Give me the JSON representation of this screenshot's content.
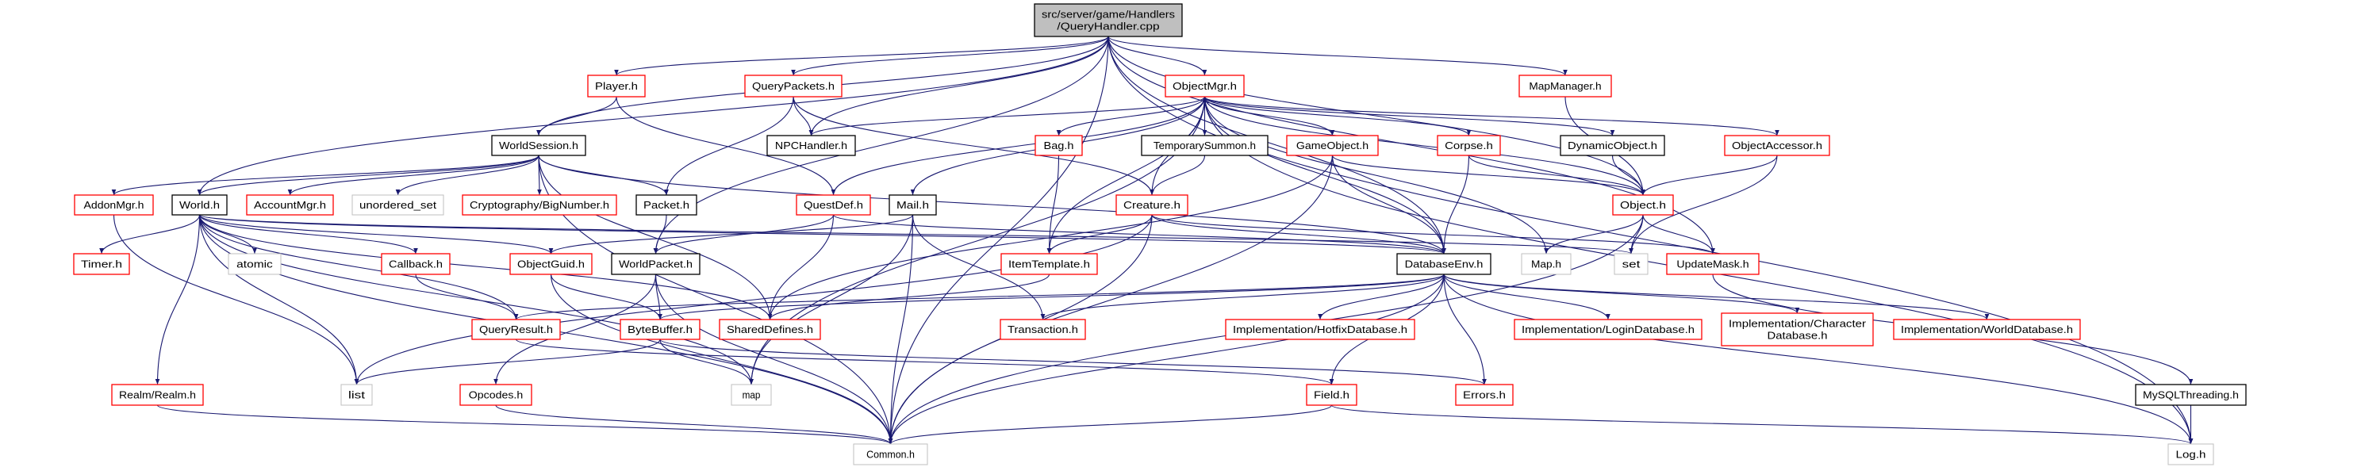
{
  "colors": {
    "edge": "#191970",
    "red_border": "#ff0000",
    "black_border": "#000000",
    "gray_border": "#bfbfbf",
    "root_fill": "#bfbfbf"
  },
  "nodes": [
    {
      "id": "root",
      "lines": [
        "src/server/game/Handlers",
        "/QueryHandler.cpp"
      ],
      "kind": "root"
    },
    {
      "id": "player",
      "lines": [
        "Player.h"
      ],
      "kind": "red"
    },
    {
      "id": "querypackets",
      "lines": [
        "QueryPackets.h"
      ],
      "kind": "red"
    },
    {
      "id": "objectmgr",
      "lines": [
        "ObjectMgr.h"
      ],
      "kind": "red"
    },
    {
      "id": "mapmanager",
      "lines": [
        "MapManager.h"
      ],
      "kind": "red"
    },
    {
      "id": "worldsession",
      "lines": [
        "WorldSession.h"
      ],
      "kind": "black"
    },
    {
      "id": "npchandler",
      "lines": [
        "NPCHandler.h"
      ],
      "kind": "black"
    },
    {
      "id": "bag",
      "lines": [
        "Bag.h"
      ],
      "kind": "red"
    },
    {
      "id": "tempsummon",
      "lines": [
        "TemporarySummon.h"
      ],
      "kind": "black"
    },
    {
      "id": "gameobject",
      "lines": [
        "GameObject.h"
      ],
      "kind": "red"
    },
    {
      "id": "corpse",
      "lines": [
        "Corpse.h"
      ],
      "kind": "red"
    },
    {
      "id": "dynamicobject",
      "lines": [
        "DynamicObject.h"
      ],
      "kind": "black"
    },
    {
      "id": "objectaccessor",
      "lines": [
        "ObjectAccessor.h"
      ],
      "kind": "red"
    },
    {
      "id": "addonmgr",
      "lines": [
        "AddonMgr.h"
      ],
      "kind": "red"
    },
    {
      "id": "world",
      "lines": [
        "World.h"
      ],
      "kind": "black"
    },
    {
      "id": "accountmgr",
      "lines": [
        "AccountMgr.h"
      ],
      "kind": "red"
    },
    {
      "id": "unordered_set",
      "lines": [
        "unordered_set"
      ],
      "kind": "gray"
    },
    {
      "id": "bignumber",
      "lines": [
        "Cryptography/BigNumber.h"
      ],
      "kind": "red"
    },
    {
      "id": "packet",
      "lines": [
        "Packet.h"
      ],
      "kind": "black"
    },
    {
      "id": "questdef",
      "lines": [
        "QuestDef.h"
      ],
      "kind": "red"
    },
    {
      "id": "mail",
      "lines": [
        "Mail.h"
      ],
      "kind": "black"
    },
    {
      "id": "creature",
      "lines": [
        "Creature.h"
      ],
      "kind": "red"
    },
    {
      "id": "object",
      "lines": [
        "Object.h"
      ],
      "kind": "red"
    },
    {
      "id": "timer",
      "lines": [
        "Timer.h"
      ],
      "kind": "red"
    },
    {
      "id": "atomic",
      "lines": [
        "atomic"
      ],
      "kind": "gray"
    },
    {
      "id": "callback",
      "lines": [
        "Callback.h"
      ],
      "kind": "red"
    },
    {
      "id": "objectguid",
      "lines": [
        "ObjectGuid.h"
      ],
      "kind": "red"
    },
    {
      "id": "worldpacket",
      "lines": [
        "WorldPacket.h"
      ],
      "kind": "black"
    },
    {
      "id": "itemtemplate",
      "lines": [
        "ItemTemplate.h"
      ],
      "kind": "red"
    },
    {
      "id": "databaseenv",
      "lines": [
        "DatabaseEnv.h"
      ],
      "kind": "black"
    },
    {
      "id": "map_h",
      "lines": [
        "Map.h"
      ],
      "kind": "gray"
    },
    {
      "id": "set",
      "lines": [
        "set"
      ],
      "kind": "gray"
    },
    {
      "id": "updatemask",
      "lines": [
        "UpdateMask.h"
      ],
      "kind": "red"
    },
    {
      "id": "queryresult",
      "lines": [
        "QueryResult.h"
      ],
      "kind": "red"
    },
    {
      "id": "bytebuffer",
      "lines": [
        "ByteBuffer.h"
      ],
      "kind": "red"
    },
    {
      "id": "shareddefines",
      "lines": [
        "SharedDefines.h"
      ],
      "kind": "red"
    },
    {
      "id": "transaction",
      "lines": [
        "Transaction.h"
      ],
      "kind": "red"
    },
    {
      "id": "hotfixdb",
      "lines": [
        "Implementation/HotfixDatabase.h"
      ],
      "kind": "red"
    },
    {
      "id": "logindb",
      "lines": [
        "Implementation/LoginDatabase.h"
      ],
      "kind": "red"
    },
    {
      "id": "chardb",
      "lines": [
        "Implementation/Character",
        "Database.h"
      ],
      "kind": "red"
    },
    {
      "id": "worlddb",
      "lines": [
        "Implementation/WorldDatabase.h"
      ],
      "kind": "red"
    },
    {
      "id": "realm",
      "lines": [
        "Realm/Realm.h"
      ],
      "kind": "red"
    },
    {
      "id": "list",
      "lines": [
        "list"
      ],
      "kind": "gray"
    },
    {
      "id": "opcodes",
      "lines": [
        "Opcodes.h"
      ],
      "kind": "red"
    },
    {
      "id": "map",
      "lines": [
        "map"
      ],
      "kind": "gray"
    },
    {
      "id": "field",
      "lines": [
        "Field.h"
      ],
      "kind": "red"
    },
    {
      "id": "errors",
      "lines": [
        "Errors.h"
      ],
      "kind": "red"
    },
    {
      "id": "mysqlthreading",
      "lines": [
        "MySQLThreading.h"
      ],
      "kind": "black"
    },
    {
      "id": "common",
      "lines": [
        "Common.h"
      ],
      "kind": "gray"
    },
    {
      "id": "log",
      "lines": [
        "Log.h"
      ],
      "kind": "gray"
    }
  ],
  "edges": [
    [
      "root",
      "player"
    ],
    [
      "root",
      "querypackets"
    ],
    [
      "root",
      "objectmgr"
    ],
    [
      "root",
      "npchandler"
    ],
    [
      "root",
      "worldsession"
    ],
    [
      "root",
      "world"
    ],
    [
      "root",
      "worldpacket"
    ],
    [
      "root",
      "mapmanager"
    ],
    [
      "root",
      "object"
    ],
    [
      "root",
      "updatemask"
    ],
    [
      "root",
      "common"
    ],
    [
      "root",
      "log"
    ],
    [
      "root",
      "databaseenv"
    ],
    [
      "player",
      "worldsession"
    ],
    [
      "player",
      "questdef"
    ],
    [
      "querypackets",
      "npchandler"
    ],
    [
      "querypackets",
      "packet"
    ],
    [
      "querypackets",
      "creature"
    ],
    [
      "worldsession",
      "addonmgr"
    ],
    [
      "worldsession",
      "world"
    ],
    [
      "worldsession",
      "accountmgr"
    ],
    [
      "worldsession",
      "unordered_set"
    ],
    [
      "worldsession",
      "bignumber"
    ],
    [
      "worldsession",
      "packet"
    ],
    [
      "worldsession",
      "common"
    ],
    [
      "worldsession",
      "shareddefines"
    ],
    [
      "worldsession",
      "databaseenv"
    ],
    [
      "addonmgr",
      "list"
    ],
    [
      "world",
      "timer"
    ],
    [
      "world",
      "atomic"
    ],
    [
      "world",
      "callback"
    ],
    [
      "world",
      "objectguid"
    ],
    [
      "world",
      "queryresult"
    ],
    [
      "world",
      "shareddefines"
    ],
    [
      "world",
      "realm"
    ],
    [
      "world",
      "list"
    ],
    [
      "world",
      "map"
    ],
    [
      "world",
      "common"
    ],
    [
      "world",
      "set"
    ],
    [
      "world",
      "databaseenv"
    ],
    [
      "packet",
      "worldpacket"
    ],
    [
      "callback",
      "queryresult"
    ],
    [
      "objectguid",
      "bytebuffer"
    ],
    [
      "objectguid",
      "common"
    ],
    [
      "worldpacket",
      "bytebuffer"
    ],
    [
      "worldpacket",
      "opcodes"
    ],
    [
      "worldpacket",
      "common"
    ],
    [
      "queryresult",
      "field"
    ],
    [
      "bytebuffer",
      "list"
    ],
    [
      "bytebuffer",
      "map"
    ],
    [
      "bytebuffer",
      "errors"
    ],
    [
      "realm",
      "common"
    ],
    [
      "opcodes",
      "common"
    ],
    [
      "objectmgr",
      "npchandler"
    ],
    [
      "objectmgr",
      "questdef"
    ],
    [
      "objectmgr",
      "mail"
    ],
    [
      "objectmgr",
      "bag"
    ],
    [
      "objectmgr",
      "itemtemplate"
    ],
    [
      "objectmgr",
      "map"
    ],
    [
      "objectmgr",
      "tempsummon"
    ],
    [
      "objectmgr",
      "creature"
    ],
    [
      "objectmgr",
      "gameobject"
    ],
    [
      "objectmgr",
      "corpse"
    ],
    [
      "objectmgr",
      "dynamicobject"
    ],
    [
      "objectmgr",
      "objectaccessor"
    ],
    [
      "objectmgr",
      "object"
    ],
    [
      "objectmgr",
      "map_h"
    ],
    [
      "objectmgr",
      "databaseenv"
    ],
    [
      "objectmgr",
      "log"
    ],
    [
      "bag",
      "itemtemplate"
    ],
    [
      "tempsummon",
      "creature"
    ],
    [
      "gameobject",
      "databaseenv"
    ],
    [
      "gameobject",
      "common"
    ],
    [
      "gameobject",
      "shareddefines"
    ],
    [
      "gameobject",
      "object"
    ],
    [
      "corpse",
      "databaseenv"
    ],
    [
      "corpse",
      "object"
    ],
    [
      "dynamicobject",
      "object"
    ],
    [
      "objectaccessor",
      "object"
    ],
    [
      "objectaccessor",
      "set"
    ],
    [
      "mapmanager",
      "object"
    ],
    [
      "questdef",
      "worldpacket"
    ],
    [
      "questdef",
      "shareddefines"
    ],
    [
      "questdef",
      "databaseenv"
    ],
    [
      "mail",
      "objectguid"
    ],
    [
      "mail",
      "transaction"
    ],
    [
      "mail",
      "map"
    ],
    [
      "mail",
      "common"
    ],
    [
      "creature",
      "itemtemplate"
    ],
    [
      "creature",
      "databaseenv"
    ],
    [
      "creature",
      "common"
    ],
    [
      "creature",
      "list"
    ],
    [
      "creature",
      "updatemask"
    ],
    [
      "itemtemplate",
      "shareddefines"
    ],
    [
      "object",
      "map_h"
    ],
    [
      "object",
      "set"
    ],
    [
      "object",
      "updatemask"
    ],
    [
      "object",
      "common"
    ],
    [
      "databaseenv",
      "queryresult"
    ],
    [
      "databaseenv",
      "transaction"
    ],
    [
      "databaseenv",
      "hotfixdb"
    ],
    [
      "databaseenv",
      "logindb"
    ],
    [
      "databaseenv",
      "chardb"
    ],
    [
      "databaseenv",
      "worlddb"
    ],
    [
      "databaseenv",
      "field"
    ],
    [
      "databaseenv",
      "errors"
    ],
    [
      "databaseenv",
      "log"
    ],
    [
      "databaseenv",
      "common"
    ],
    [
      "databaseenv",
      "bytebuffer"
    ],
    [
      "updatemask",
      "mysqlthreading"
    ],
    [
      "mysqlthreading",
      "log"
    ],
    [
      "field",
      "common"
    ],
    [
      "field",
      "log"
    ]
  ]
}
